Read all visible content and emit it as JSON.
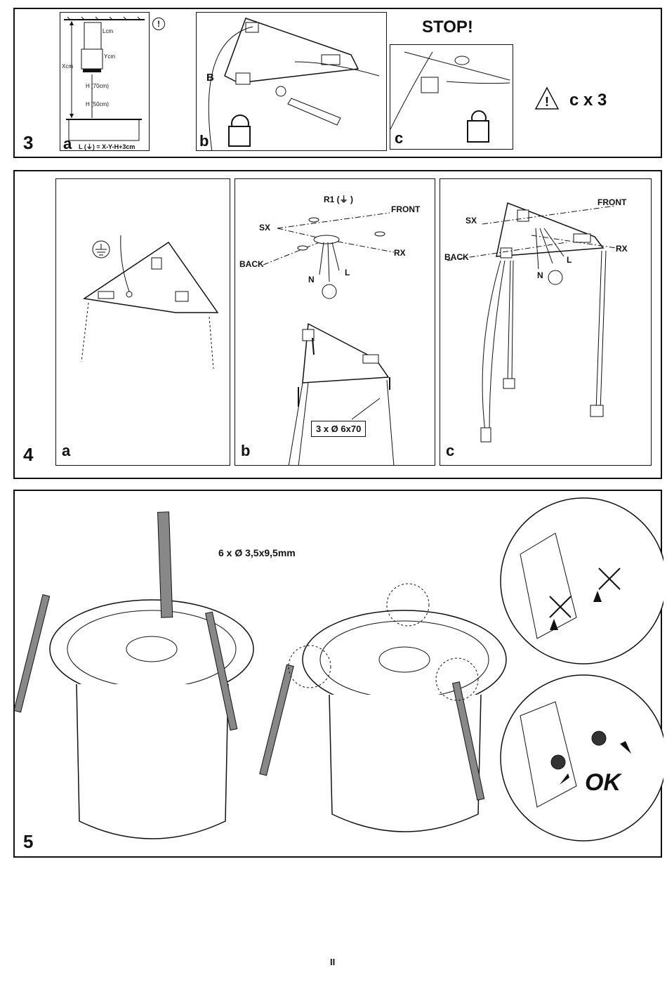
{
  "step3": {
    "number": "3",
    "sub_a": {
      "letter": "a",
      "formula": "L (⏚) = X-Y-H+3cm",
      "labels": {
        "l": "Lcm",
        "y": "Ycm",
        "x": "Xcm",
        "h_gas": "H (70cm)",
        "h_elec": "H (50cm)"
      }
    },
    "sub_b": {
      "letter": "b",
      "label_b": "B"
    },
    "sub_c": {
      "letter": "c",
      "stop": "STOP!"
    },
    "warning": "c x 3"
  },
  "step4": {
    "number": "4",
    "sub_a": {
      "letter": "a"
    },
    "sub_b": {
      "letter": "b",
      "r1": "R1 (⏚ )",
      "front": "FRONT",
      "sx": "SX",
      "back": "BACK",
      "rx": "RX",
      "n": "N",
      "l": "L",
      "screw": "3 x Ø 6x70"
    },
    "sub_c": {
      "letter": "c",
      "front": "FRONT",
      "sx": "SX",
      "back": "BACK",
      "rx": "RX",
      "n": "N",
      "l": "L"
    }
  },
  "step5": {
    "number": "5",
    "screws": "6 x Ø 3,5x9,5mm",
    "ok": "OK"
  },
  "page_number": "II"
}
